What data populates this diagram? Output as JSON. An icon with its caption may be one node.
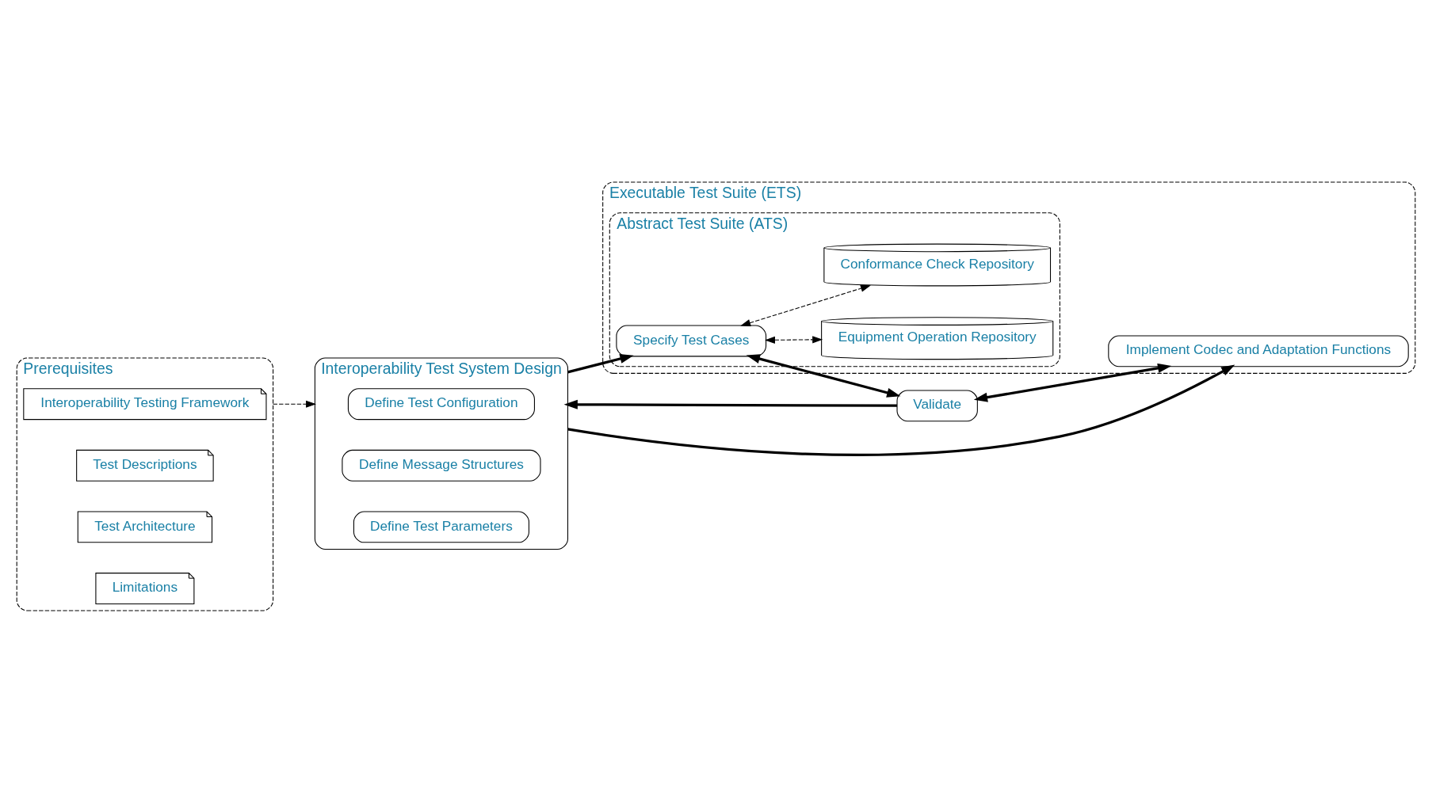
{
  "diagram": {
    "nodes": [
      {
        "text": [
          "Prerequisites"
        ]
      },
      {
        "text": [
          "Interoperability Testing Framework"
        ],
        "in": 0
      },
      {
        "text": [
          "Test Descriptions"
        ],
        "in": 0
      },
      {
        "text": [
          "Test Architecture"
        ],
        "in": 0
      },
      {
        "text": [
          "Limitations"
        ],
        "in": 0
      },
      {
        "text": [
          "Interoperability Test System Design"
        ]
      },
      {
        "text": [
          "Define Test Configuration"
        ],
        "in": 5
      },
      {
        "text": [
          "Define Message Structures"
        ],
        "in": 5
      },
      {
        "text": [
          "Define Test Parameters"
        ],
        "in": 5
      },
      {
        "text": [
          "Executable Test Suite (ETS)"
        ]
      },
      {
        "text": [
          "Abstract Test Suite (ATS)"
        ],
        "in": 9
      },
      {
        "text": [
          "Specify Test Cases"
        ],
        "in": 10
      },
      {
        "text": [
          "Equipment Operation Repository"
        ],
        "in": 10
      },
      {
        "text": [
          "Conformance Check Repository"
        ],
        "in": 10
      },
      {
        "text": [
          "Implement Codec and Adaptation Functions"
        ],
        "in": 9
      },
      {
        "text": [
          "Validate"
        ]
      }
    ],
    "edges": [
      {
        "from": 0,
        "to": 5,
        "arrow": "to",
        "style": "dashed"
      },
      {
        "from": 5,
        "to": 11,
        "arrow": "to"
      },
      {
        "from": 5,
        "to": 14,
        "arrow": "to"
      },
      {
        "from": 11,
        "to": 15,
        "arrow": "both"
      },
      {
        "from": 11,
        "to": 12,
        "arrow": "both",
        "style": "dashed"
      },
      {
        "from": 11,
        "to": 13,
        "arrow": "both",
        "style": "dashed"
      },
      {
        "from": 15,
        "to": 5,
        "arrow": "to"
      },
      {
        "from": 15,
        "to": 14,
        "arrow": "both"
      }
    ]
  }
}
